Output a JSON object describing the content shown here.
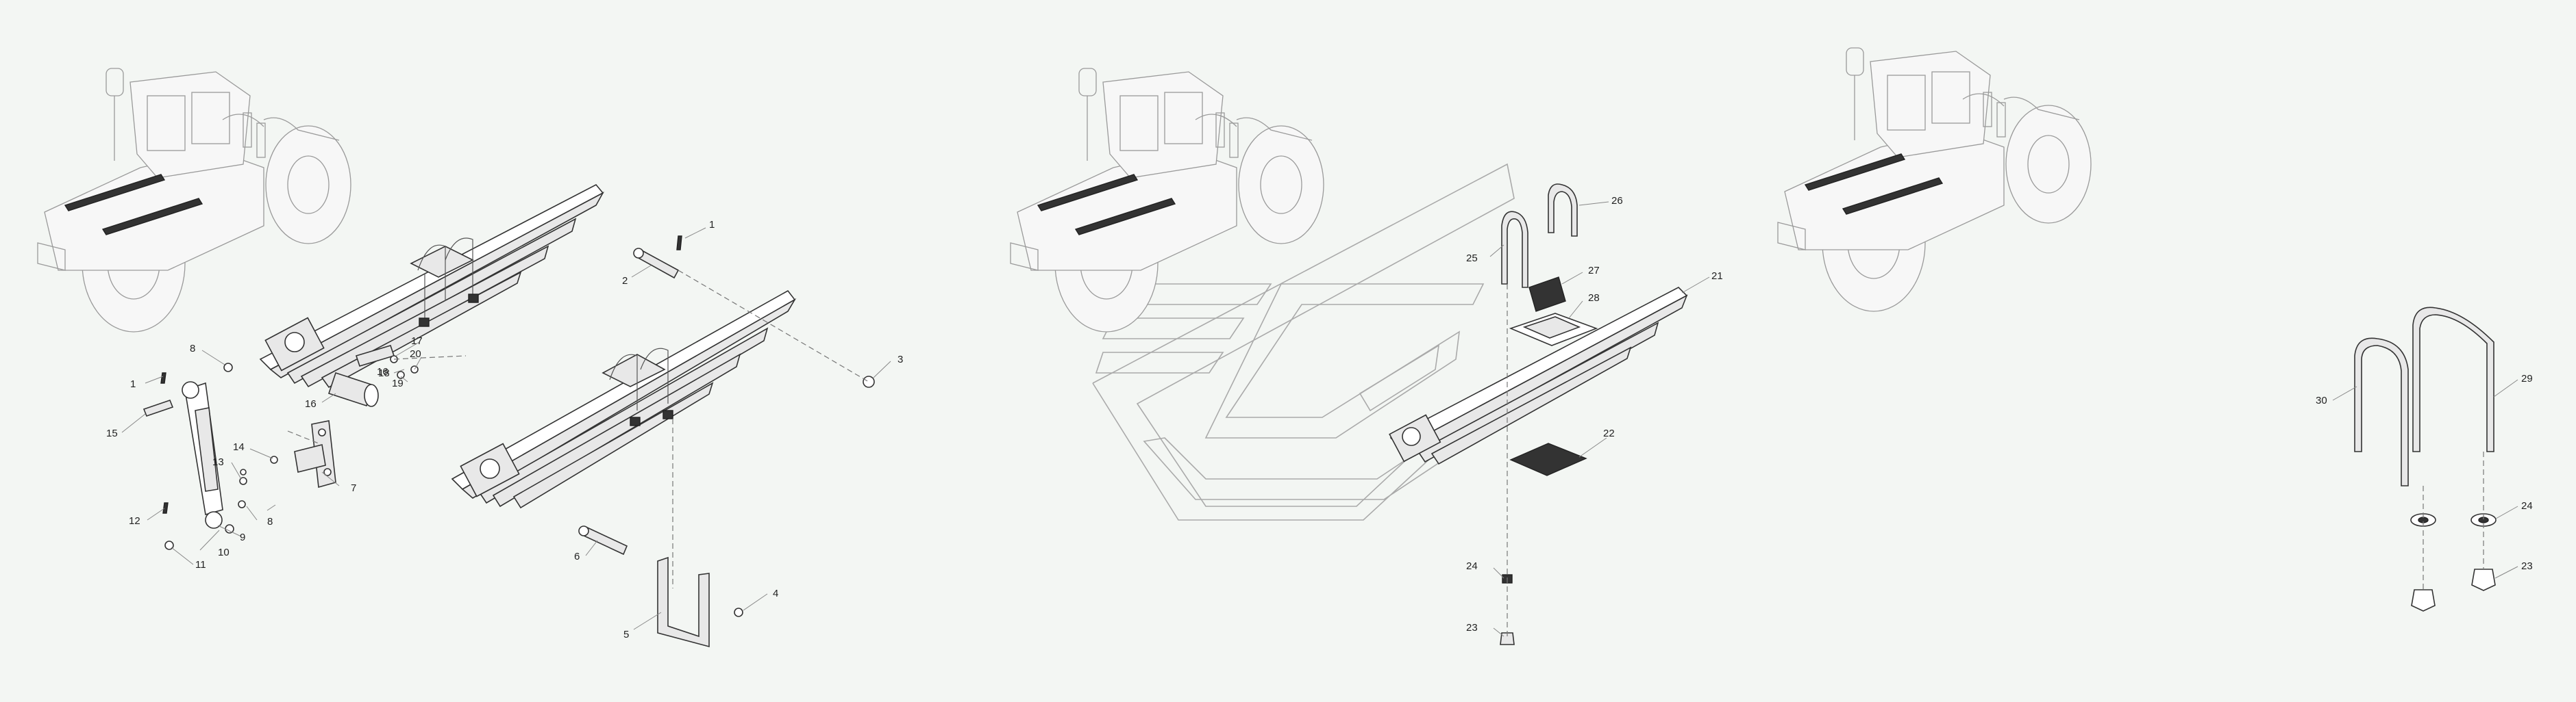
{
  "callouts": {
    "c1a": "1",
    "c1b": "1",
    "c2": "2",
    "c3": "3",
    "c4": "4",
    "c5": "5",
    "c6": "6",
    "c7": "7",
    "c8a": "8",
    "c8b": "8",
    "c9": "9",
    "c10": "10",
    "c11": "11",
    "c12": "12",
    "c13": "13",
    "c14": "14",
    "c15": "15",
    "c16a": "16",
    "c16b": "16",
    "c17": "17",
    "c18": "18",
    "c19": "19",
    "c20": "20",
    "c21": "21",
    "c22": "22",
    "c23a": "23",
    "c23b": "23",
    "c24a": "24",
    "c24b": "24",
    "c25": "25",
    "c26": "26",
    "c27": "27",
    "c28": "28",
    "c29": "29",
    "c30": "30"
  },
  "icons": [
    "tractor-illustration",
    "leaf-spring",
    "u-bolt",
    "shock-absorber",
    "pin",
    "nut",
    "washer",
    "bracket",
    "watermark-logo"
  ],
  "colors": {
    "background": "#f3f6f3",
    "line": "#333333",
    "label": "#222222"
  }
}
